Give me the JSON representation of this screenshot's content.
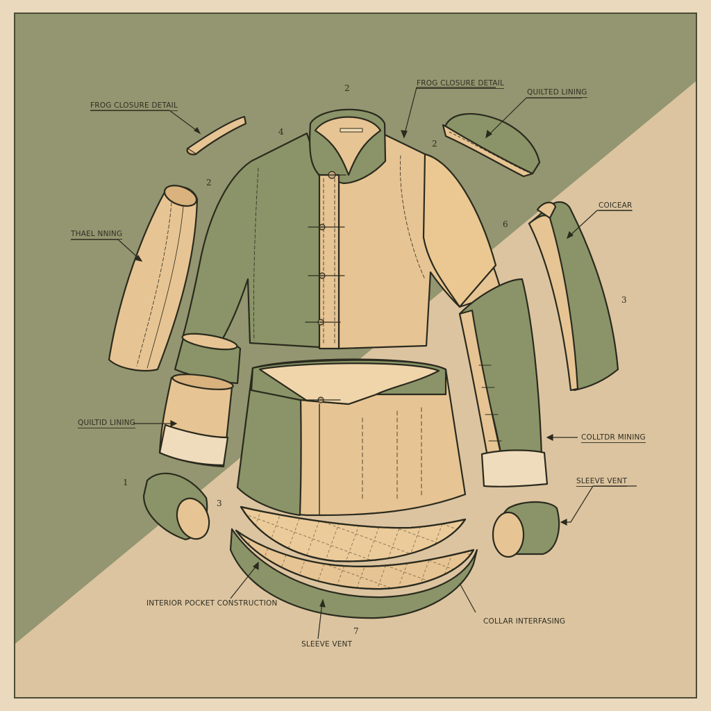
{
  "diagram": {
    "subject": "Exploded garment pattern diagram of a mandarin-collar jacket",
    "palette": {
      "olive_background": "#939670",
      "beige_background": "#dcc4a0",
      "outer_paper": "#ead9bd",
      "garment_green": "#8a9468",
      "garment_tan": "#e7c493",
      "outline": "#2a2a1e",
      "border": "#4b4a36"
    },
    "labels": {
      "frog_closure_left": "FROG CLOSURE DETAIL",
      "frog_closure_top": "FROG CLOSURE DETAIL",
      "quilted_lining_top": "QUILTED LINING",
      "thael_nning": "THAEL NNING",
      "cocear": "COICEAR",
      "quiltid_lining": "QUILTID LINING",
      "colltdr_lining": "COLLTDR MINING",
      "sleeve_vent_right": "SLEEVE VENT",
      "interior_pocket": "INTERIOR POCKET CONSTRUCTION",
      "sleeve_vent_bottom": "SLEEVE VENT",
      "collar_interfasing": "COLLAR INTERFASING"
    },
    "numbers": {
      "n_top_collar": "2",
      "n_left_shoulder": "4",
      "n_right_shoulder": "2",
      "n_left_sleeve": "2",
      "n_right_arm": "6",
      "n_right_sleeve": "3",
      "n_bottom_left": "1",
      "n_cuff": "3",
      "n_bottom": "7"
    }
  }
}
